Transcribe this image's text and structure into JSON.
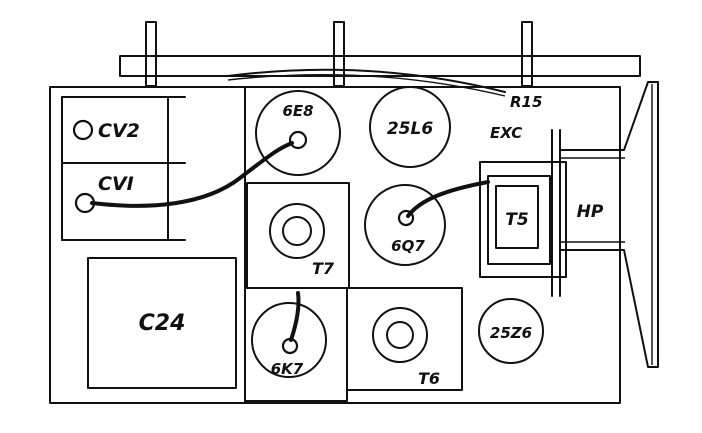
{
  "labels": {
    "cv2": "CV2",
    "cv1": "CVI",
    "tube_6e8": "6E8",
    "tube_25l6": "25L6",
    "tube_6q7": "6Q7",
    "tube_6k7": "6K7",
    "tube_25z6": "25Z6",
    "t7": "T7",
    "t6": "T6",
    "t5": "T5",
    "r15": "R15",
    "exc": "EXC",
    "hp": "HP",
    "c24": "C24"
  }
}
